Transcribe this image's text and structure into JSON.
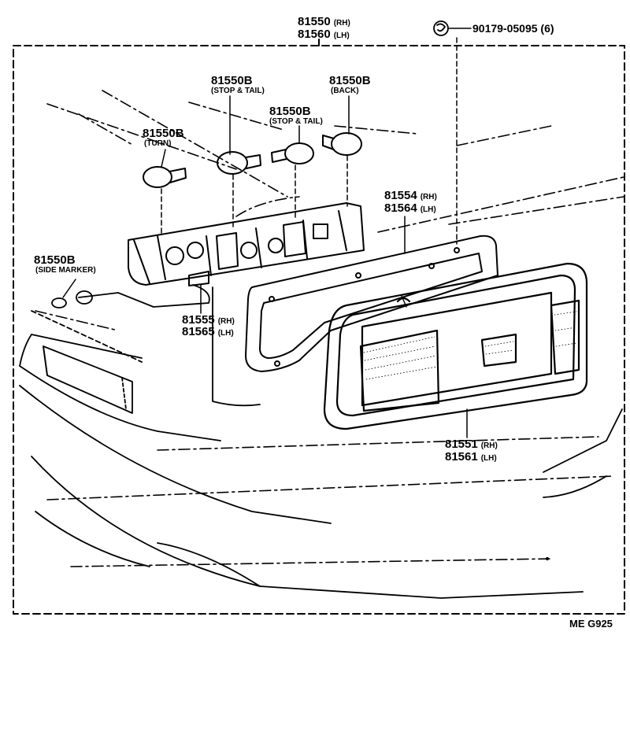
{
  "labels": {
    "assy_rh": {
      "num": "81550",
      "sfx": "(RH)"
    },
    "assy_lh": {
      "num": "81560",
      "sfx": "(LH)"
    },
    "screw": "90179-05095 (6)",
    "bulb_stop_tail_1": {
      "num": "81550B",
      "caption": "(STOP & TAIL)"
    },
    "bulb_back": {
      "num": "81550B",
      "caption": "(BACK)"
    },
    "bulb_stop_tail_2": {
      "num": "81550B",
      "caption": "(STOP & TAIL)"
    },
    "bulb_turn": {
      "num": "81550B",
      "caption": "(TURN)"
    },
    "bulb_side_marker": {
      "num": "81550B",
      "caption": "(SIDE MARKER)"
    },
    "gasket_rh": {
      "num": "81554",
      "sfx": "(RH)"
    },
    "gasket_lh": {
      "num": "81564",
      "sfx": "(LH)"
    },
    "socket_rh": {
      "num": "81555",
      "sfx": "(RH)"
    },
    "socket_lh": {
      "num": "81565",
      "sfx": "(LH)"
    },
    "lens_rh": {
      "num": "81551",
      "sfx": "(RH)"
    },
    "lens_lh": {
      "num": "81561",
      "sfx": "(LH)"
    },
    "figure_code": "ME  G925"
  }
}
